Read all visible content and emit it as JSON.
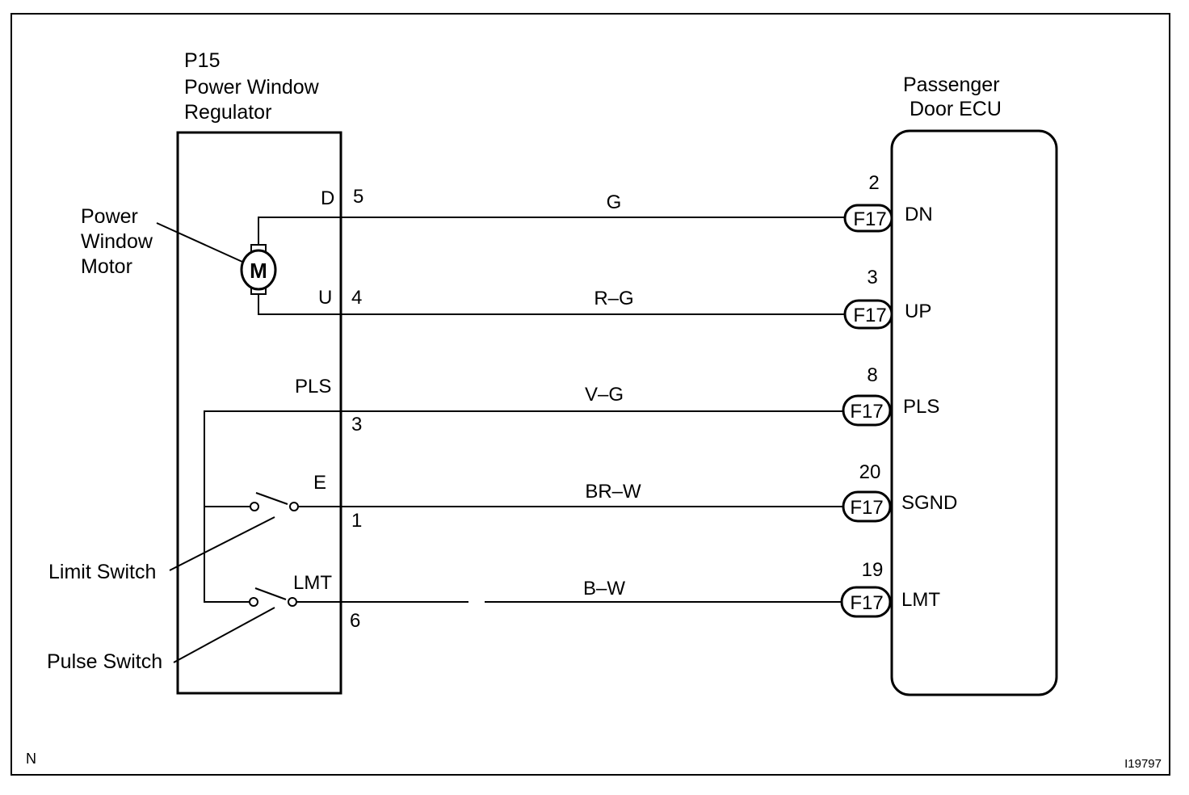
{
  "regulator": {
    "code": "P15",
    "name_line1": "Power Window",
    "name_line2": "Regulator"
  },
  "ecu": {
    "name_line1": "Passenger",
    "name_line2": "Door ECU"
  },
  "callouts": {
    "motor_line1": "Power",
    "motor_line2": "Window",
    "motor_line3": "Motor",
    "limit_switch": "Limit Switch",
    "pulse_switch": "Pulse Switch",
    "motor_symbol": "M"
  },
  "regulator_terminals": {
    "d": {
      "name": "D",
      "pin": "5"
    },
    "u": {
      "name": "U",
      "pin": "4"
    },
    "pls": {
      "name": "PLS",
      "pin": "3"
    },
    "e": {
      "name": "E",
      "pin": "1"
    },
    "lmt": {
      "name": "LMT",
      "pin": "6"
    }
  },
  "wires": [
    {
      "color": "G",
      "ecu_pin": "2",
      "connector": "F17",
      "ecu_terminal": "DN"
    },
    {
      "color": "R–G",
      "ecu_pin": "3",
      "connector": "F17",
      "ecu_terminal": "UP"
    },
    {
      "color": "V–G",
      "ecu_pin": "8",
      "connector": "F17",
      "ecu_terminal": "PLS"
    },
    {
      "color": "BR–W",
      "ecu_pin": "20",
      "connector": "F17",
      "ecu_terminal": "SGND"
    },
    {
      "color": "B–W",
      "ecu_pin": "19",
      "connector": "F17",
      "ecu_terminal": "LMT"
    }
  ],
  "footer": {
    "corner_mark": "N",
    "figure_id": "I19797"
  }
}
